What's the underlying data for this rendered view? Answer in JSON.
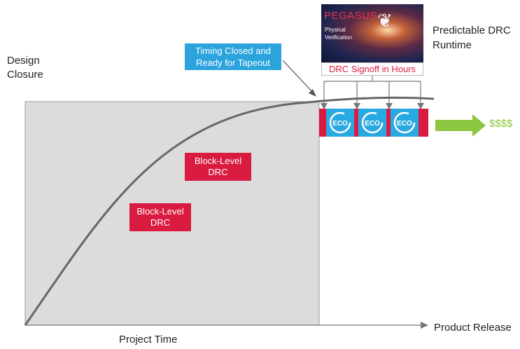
{
  "labels": {
    "y_axis": [
      "Design",
      "Closure"
    ],
    "x_axis": "Project Time",
    "release": "Product Release",
    "callout": "Timing Closed and Ready for Tapeout",
    "runtime": [
      "Predictable DRC",
      "Runtime"
    ],
    "block_level_1": [
      "Block-Level",
      "DRC"
    ],
    "block_level_2": [
      "Block-Level",
      "DRC"
    ],
    "signoff": "DRC Signoff in Hours",
    "dollars": "$$$$"
  },
  "pegasus": {
    "brand": "PEGASUS",
    "sub": [
      "Physical",
      "Verification"
    ]
  },
  "eco": {
    "label": "ECO",
    "count": 3
  },
  "colors": {
    "callout": "#2ba3dc",
    "red": "#d81b3f",
    "eco_blue": "#29a9e1",
    "arrow_green": "#8dc63f",
    "shade": "#dcdcdc",
    "curve": "#666666"
  }
}
